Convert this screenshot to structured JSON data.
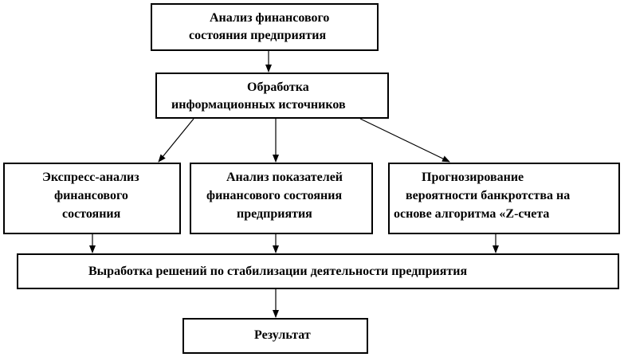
{
  "nodes": {
    "analysis": {
      "line1": "Анализ финансового",
      "line2": "состояния предприятия"
    },
    "processing": {
      "line1": "Обработка",
      "line2": "информационных источников"
    },
    "express": {
      "line1": "Экспресс-анализ",
      "line2": "финансового",
      "line3": "состояния"
    },
    "indicators": {
      "line1": "Анализ показателей",
      "line2": "финансового состояния",
      "line3": "предприятия"
    },
    "forecast": {
      "line1": "Прогнозирование",
      "line2": "вероятности банкротства на",
      "line3": "основе алгоритма «Z-счета"
    },
    "decisions": {
      "label": "Выработка решений по стабилизации деятельности предприятия"
    },
    "result": {
      "label": "Результат"
    }
  }
}
